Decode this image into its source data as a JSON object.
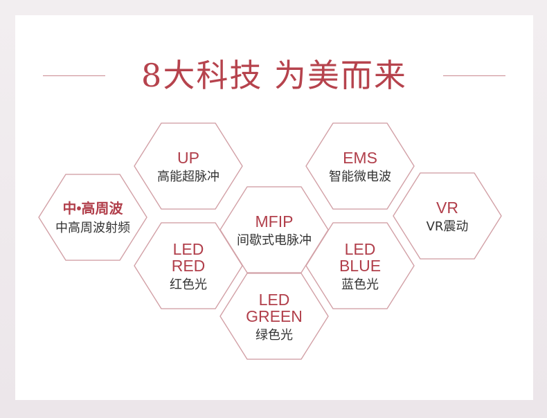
{
  "title": "8大科技 为美而来",
  "colors": {
    "accent": "#b13f4b",
    "line": "#c9888f",
    "hex_border": "#d2a0a6"
  },
  "hexes": [
    {
      "id": "zhonggaozhou",
      "title_lines": [
        "中•高周波"
      ],
      "subtitle": "中高周波射频",
      "cn": true
    },
    {
      "id": "up",
      "title_lines": [
        "UP"
      ],
      "subtitle": "高能超脉冲"
    },
    {
      "id": "led-red",
      "title_lines": [
        "LED",
        "RED"
      ],
      "subtitle": "红色光"
    },
    {
      "id": "mfip",
      "title_lines": [
        "MFIP"
      ],
      "subtitle": "间歇式电脉冲"
    },
    {
      "id": "led-green",
      "title_lines": [
        "LED",
        "GREEN"
      ],
      "subtitle": "绿色光"
    },
    {
      "id": "ems",
      "title_lines": [
        "EMS"
      ],
      "subtitle": "智能微电波"
    },
    {
      "id": "led-blue",
      "title_lines": [
        "LED",
        "BLUE"
      ],
      "subtitle": "蓝色光"
    },
    {
      "id": "vr",
      "title_lines": [
        "VR"
      ],
      "subtitle": "VR震动"
    }
  ]
}
